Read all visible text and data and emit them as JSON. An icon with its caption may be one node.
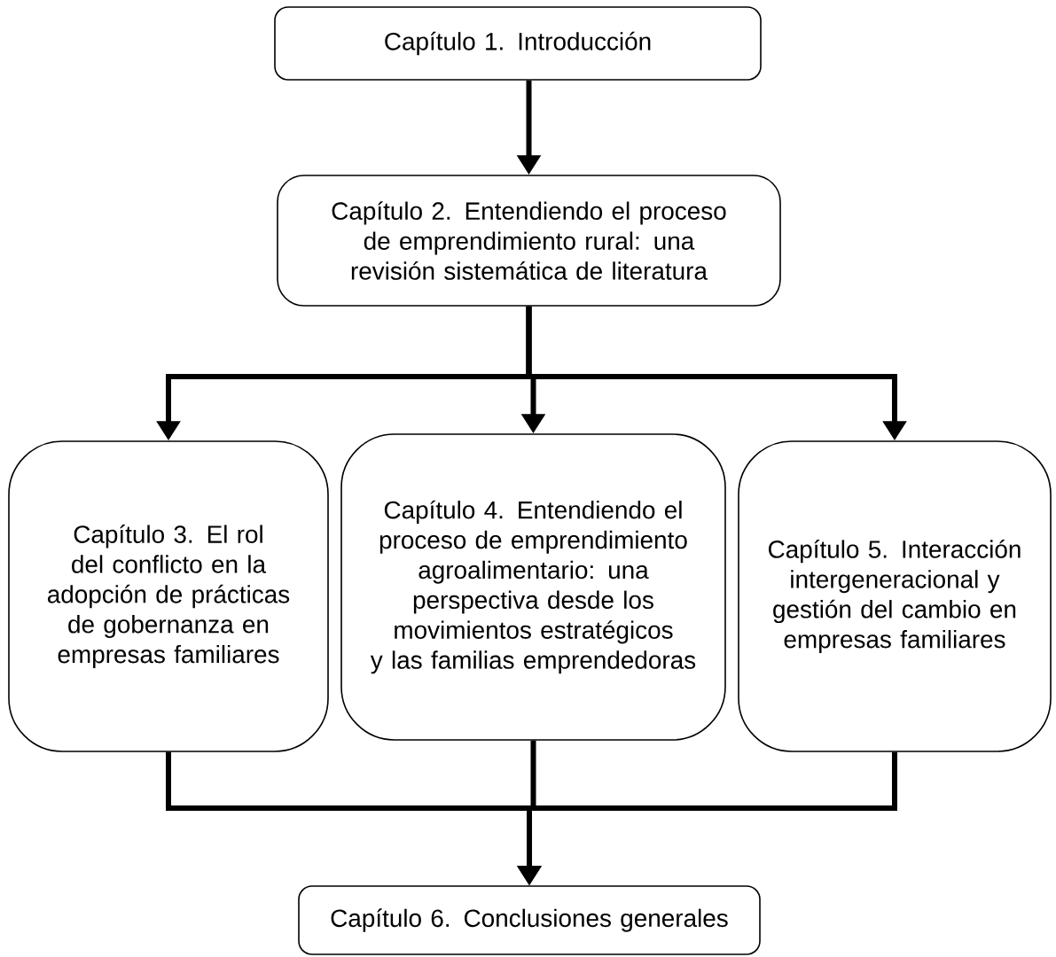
{
  "diagram": {
    "nodes": [
      {
        "text": [
          "Capítulo 1. Introducción"
        ]
      },
      {
        "text": [
          "Capítulo 2. Entendiendo el proceso de emprendimiento rural: una revisión sistemática de literatura"
        ]
      },
      {
        "text": [
          "Capítulo 3. El rol del conflicto en la adopción de prácticas de gobernanza en empresas familiares"
        ]
      },
      {
        "text": [
          "Capítulo 4. Entendiendo el proceso de emprendimiento agroalimentario: una perspectiva desde los movimientos estratégicos y las familias emprendedoras"
        ]
      },
      {
        "text": [
          "Capítulo 5. Interacción intergeneracional y gestión del cambio en empresas familiares"
        ]
      },
      {
        "text": [
          "Capítulo 6. Conclusiones generales"
        ]
      }
    ],
    "edges": [
      {
        "from": 0,
        "to": 1,
        "arrow": "to"
      },
      {
        "from": 1,
        "to": 2,
        "arrow": "to"
      },
      {
        "from": 1,
        "to": 3,
        "arrow": "to"
      },
      {
        "from": 1,
        "to": 4,
        "arrow": "to"
      },
      {
        "from": 2,
        "to": 5,
        "arrow": "to"
      },
      {
        "from": 3,
        "to": 5,
        "arrow": "to"
      },
      {
        "from": 4,
        "to": 5,
        "arrow": "to"
      }
    ]
  }
}
